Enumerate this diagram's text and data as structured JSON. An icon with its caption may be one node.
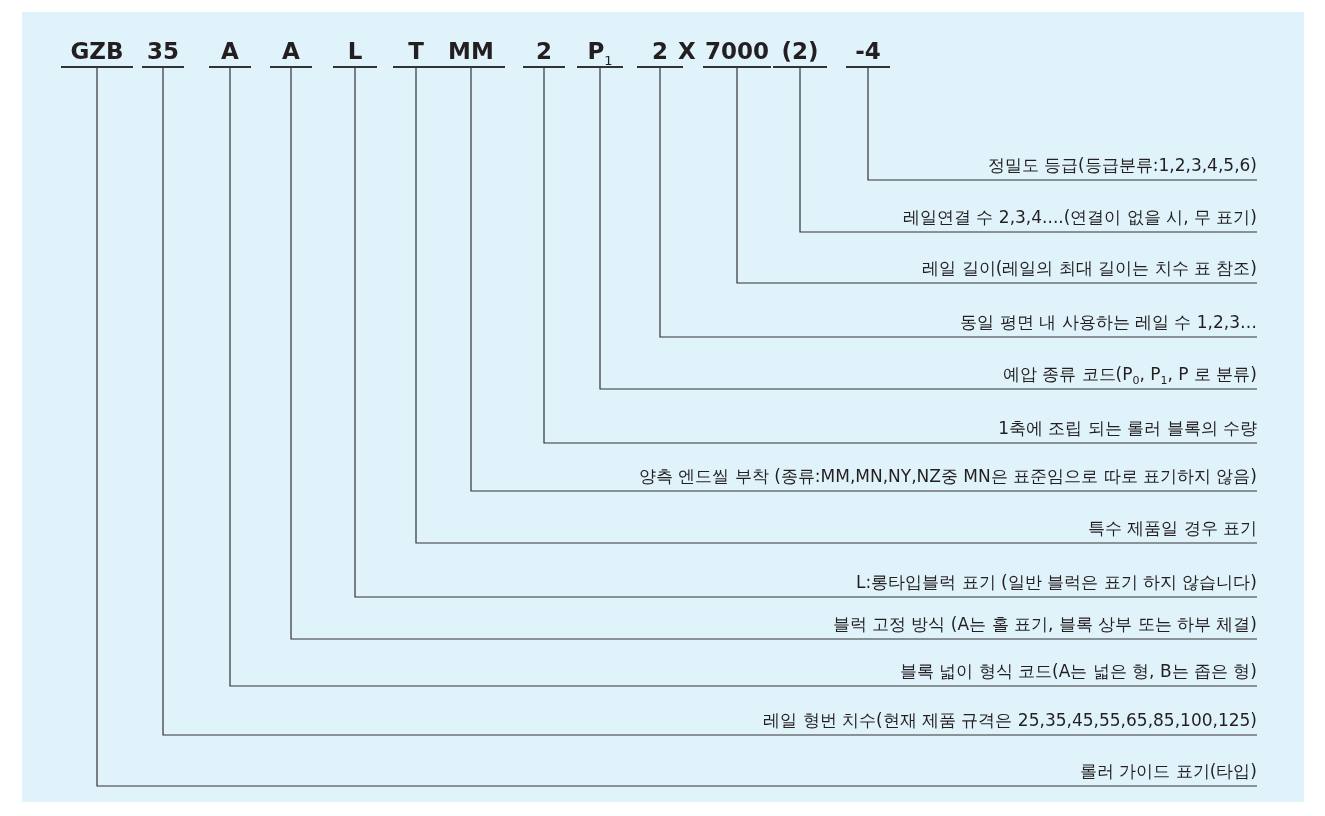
{
  "diagram": {
    "nodes": [
      {
        "text": [
          "GZB"
        ]
      },
      {
        "text": [
          "35"
        ]
      },
      {
        "text": [
          "A"
        ]
      },
      {
        "text": [
          "A"
        ]
      },
      {
        "text": [
          "L"
        ]
      },
      {
        "text": [
          "T"
        ]
      },
      {
        "text": [
          "MM"
        ]
      },
      {
        "text": [
          "2"
        ]
      },
      {
        "text": [
          "P$_{1}$"
        ]
      },
      {
        "text": [
          "2"
        ]
      },
      {
        "text": [
          "7000"
        ]
      },
      {
        "text": [
          "(2)"
        ]
      },
      {
        "text": [
          "-4"
        ]
      },
      {
        "text": [
          "정밀도 등급(등급분류:1,2,3,4,5,6)"
        ]
      },
      {
        "text": [
          "레일연결 수 2,3,4....(연결이 없을 시, 무 표기)"
        ]
      },
      {
        "text": [
          "레일 길이(레일의 최대 길이는 치수 표 참조)"
        ]
      },
      {
        "text": [
          "동일 평면 내 사용하는 레일 수 1,2,3…"
        ]
      },
      {
        "text": [
          "예압 종류 코드(P$_{0}$, P$_{1}$, P 로 분류)"
        ]
      },
      {
        "text": [
          "1축에 조립 되는 롤러 블록의 수량"
        ]
      },
      {
        "text": [
          "양측 엔드씰 부착 (종류:MM,MN,NY,NZ중 MN은 표준임으로 따로 표기하지 않음)"
        ]
      },
      {
        "text": [
          "특수 제품일 경우 표기"
        ]
      },
      {
        "text": [
          "L:롱타입블럭 표기 (일반 블럭은 표기 하지 않습니다)"
        ]
      },
      {
        "text": [
          "블럭 고정 방식 (A는 홀 표기, 블록 상부 또는 하부 체결)"
        ]
      },
      {
        "text": [
          "블록 넓이 형식 코드(A는 넓은 형, B는 좁은 형)"
        ]
      },
      {
        "text": [
          "레일 형번 치수(현재 제품 규격은 25,35,45,55,65,85,100,125)"
        ]
      },
      {
        "text": [
          "롤러 가이드 표기(타입)"
        ]
      }
    ],
    "edges": [
      {
        "from": 13,
        "to": 12,
        "arrow": "none"
      },
      {
        "from": 14,
        "to": 11,
        "arrow": "none"
      },
      {
        "from": 15,
        "to": 10,
        "arrow": "none"
      },
      {
        "from": 16,
        "to": 9,
        "arrow": "none"
      },
      {
        "from": 17,
        "to": 8,
        "arrow": "none"
      },
      {
        "from": 18,
        "to": 7,
        "arrow": "none"
      },
      {
        "from": 19,
        "to": 6,
        "arrow": "none"
      },
      {
        "from": 20,
        "to": 5,
        "arrow": "none"
      },
      {
        "from": 21,
        "to": 4,
        "arrow": "none"
      },
      {
        "from": 22,
        "to": 3,
        "arrow": "none"
      },
      {
        "from": 23,
        "to": 2,
        "arrow": "none"
      },
      {
        "from": 24,
        "to": 1,
        "arrow": "none"
      },
      {
        "from": 25,
        "to": 0,
        "arrow": "none"
      }
    ],
    "labels": [
      "X"
    ]
  }
}
